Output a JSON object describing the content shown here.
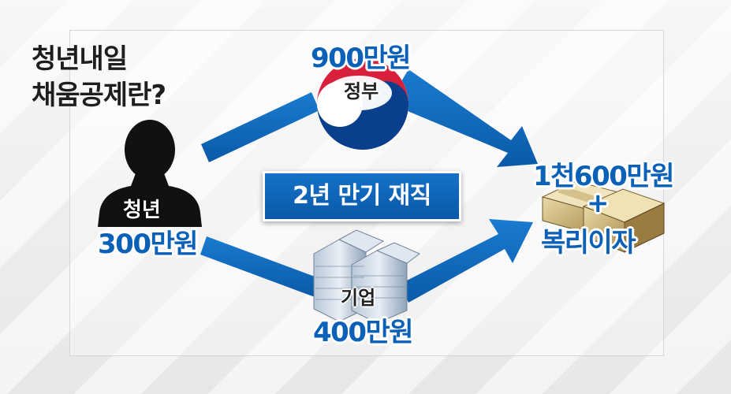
{
  "title": {
    "line1": "청년내일",
    "line2": "채움공제란?"
  },
  "youth": {
    "label": "청년",
    "amount": "300만원"
  },
  "government": {
    "label": "정부",
    "amount": "900만원"
  },
  "company": {
    "label": "기업",
    "amount": "400만원"
  },
  "condition": {
    "text": "2년 만기 재직"
  },
  "result": {
    "total": "1천600만원",
    "plus": "+",
    "extra": "복리이자"
  },
  "colors": {
    "accent_blue": "#0b60b8",
    "arrow_blue": "#0f6cbf",
    "emblem_red": "#d81f3c",
    "emblem_blue": "#0a3f8c"
  },
  "icons": [
    "person-silhouette-icon",
    "government-emblem-icon",
    "office-building-icon",
    "money-stack-icon"
  ]
}
